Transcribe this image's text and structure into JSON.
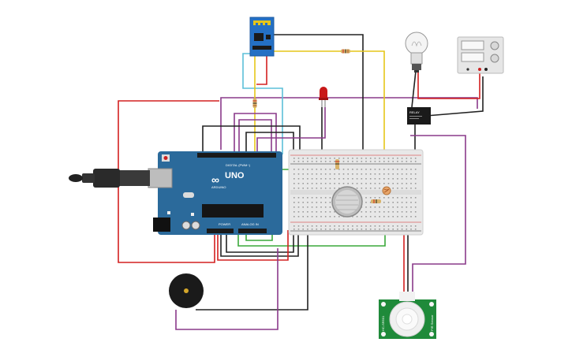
{
  "arduino": {
    "logo_text": "∞",
    "brand_label": "ARDUINO",
    "model_label": "UNO",
    "digital_label": "DIGITAL (PWM~)",
    "power_label": "POWER",
    "analog_label": "ANALOG IN"
  },
  "relay": {
    "label": "RELAY"
  },
  "pir": {
    "left_label": "HC-SR501",
    "right_label": "PIR Sensor"
  },
  "colors": {
    "arduino_blue": "#2b6a9b",
    "breadboard": "#e8e8e8",
    "wire_red": "#d42020",
    "wire_purple": "#8a3a8a",
    "wire_black": "#222222",
    "wire_green": "#3aa83a",
    "wire_yellow": "#e6c619",
    "wire_cyan": "#5bbfd8",
    "pir_green": "#1f8a3a",
    "esp_blue": "#2470c4"
  },
  "icons": {
    "usb_cable": "usb-plug-icon",
    "buzzer": "buzzer-icon",
    "lamp": "light-bulb-icon",
    "gas_sensor": "gas-sensor-icon"
  }
}
